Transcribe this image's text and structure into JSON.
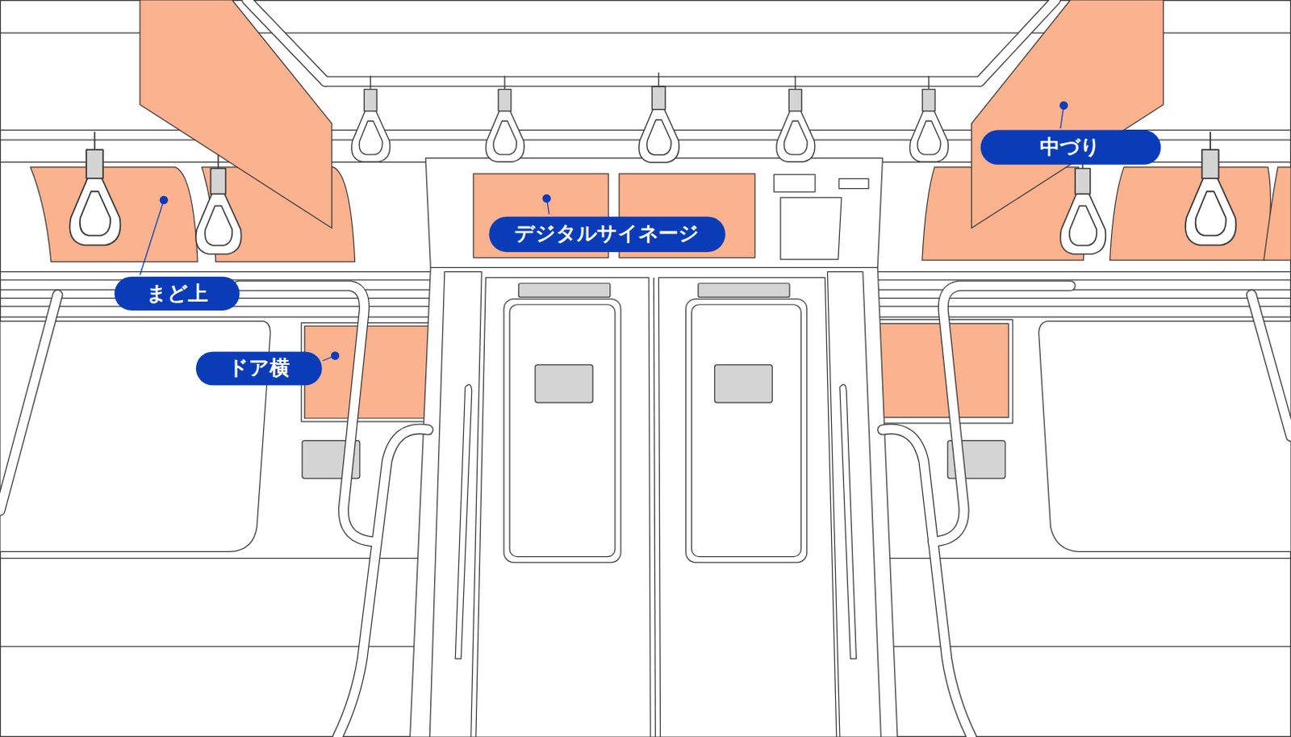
{
  "diagram": {
    "nodes": [
      {
        "text": [
          "中づり"
        ]
      },
      {
        "text": [
          "デジタルサイネージ"
        ]
      },
      {
        "text": [
          "まど上"
        ]
      },
      {
        "text": [
          "ドア横"
        ]
      }
    ]
  }
}
